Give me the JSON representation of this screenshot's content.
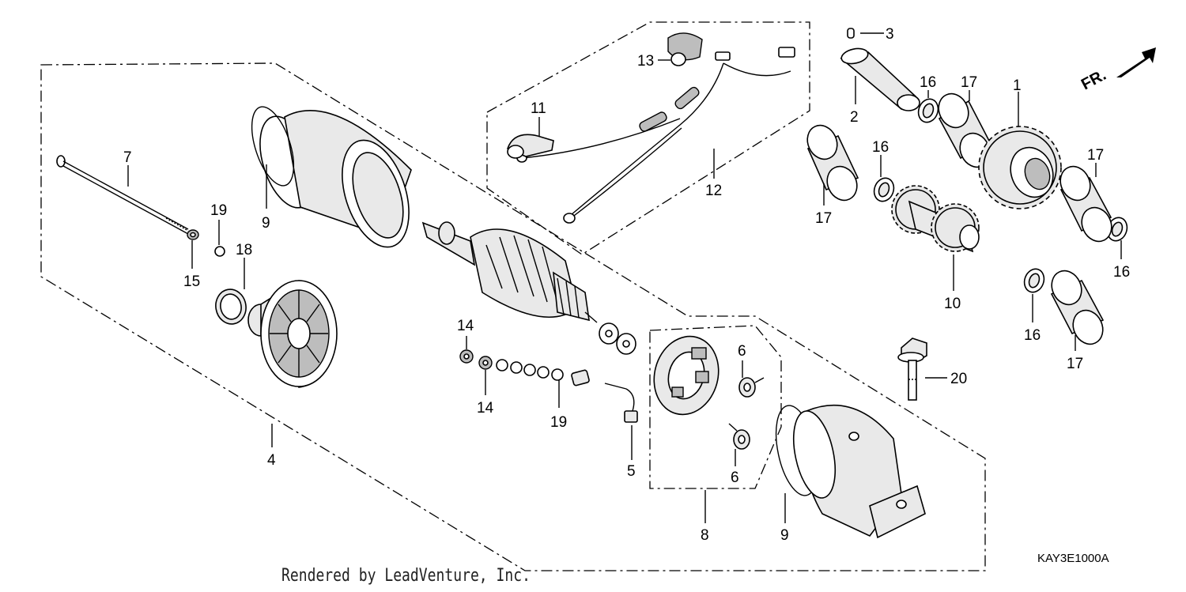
{
  "diagram": {
    "drawing_code": "KAY3E1000A",
    "credit": "Rendered by LeadVenture, Inc.",
    "direction_label": "FR.",
    "callouts": [
      {
        "id": "c1",
        "text": "1"
      },
      {
        "id": "c2",
        "text": "2"
      },
      {
        "id": "c3",
        "text": "3"
      },
      {
        "id": "c4",
        "text": "4"
      },
      {
        "id": "c5",
        "text": "5"
      },
      {
        "id": "c6a",
        "text": "6"
      },
      {
        "id": "c6b",
        "text": "6"
      },
      {
        "id": "c7",
        "text": "7"
      },
      {
        "id": "c8",
        "text": "8"
      },
      {
        "id": "c9a",
        "text": "9"
      },
      {
        "id": "c9b",
        "text": "9"
      },
      {
        "id": "c10",
        "text": "10"
      },
      {
        "id": "c11",
        "text": "11"
      },
      {
        "id": "c12",
        "text": "12"
      },
      {
        "id": "c13",
        "text": "13"
      },
      {
        "id": "c14a",
        "text": "14"
      },
      {
        "id": "c14b",
        "text": "14"
      },
      {
        "id": "c15",
        "text": "15"
      },
      {
        "id": "c16a",
        "text": "16"
      },
      {
        "id": "c16b",
        "text": "16"
      },
      {
        "id": "c16c",
        "text": "16"
      },
      {
        "id": "c16d",
        "text": "16"
      },
      {
        "id": "c17a",
        "text": "17"
      },
      {
        "id": "c17b",
        "text": "17"
      },
      {
        "id": "c17c",
        "text": "17"
      },
      {
        "id": "c17d",
        "text": "17"
      },
      {
        "id": "c18",
        "text": "18"
      },
      {
        "id": "c19a",
        "text": "19"
      },
      {
        "id": "c19b",
        "text": "19"
      },
      {
        "id": "c20",
        "text": "20"
      }
    ]
  }
}
